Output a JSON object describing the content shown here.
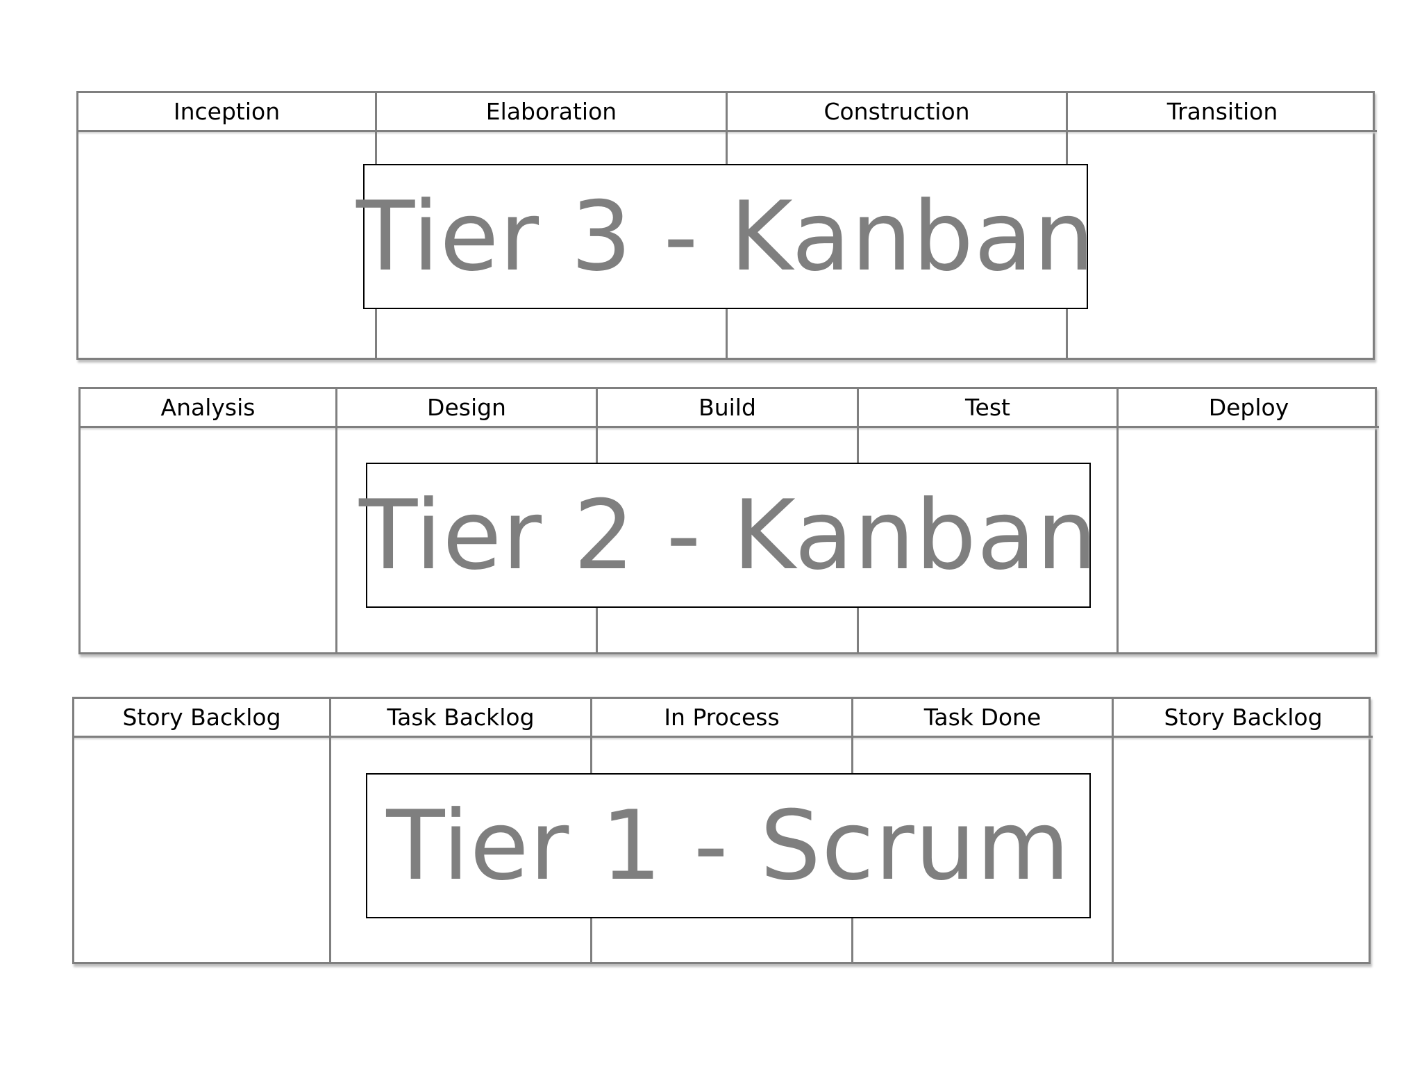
{
  "boards": [
    {
      "id": "tier3",
      "columns": [
        "Inception",
        "Elaboration",
        "Construction",
        "Transition"
      ],
      "label": "Tier 3 - Kanban"
    },
    {
      "id": "tier2",
      "columns": [
        "Analysis",
        "Design",
        "Build",
        "Test",
        "Deploy"
      ],
      "label": "Tier 2 - Kanban"
    },
    {
      "id": "tier1",
      "columns": [
        "Story Backlog",
        "Task Backlog",
        "In Process",
        "Task Done",
        "Story Backlog"
      ],
      "label": "Tier 1 - Scrum"
    }
  ],
  "colors": {
    "grid_line": "#7f7f7f",
    "label_text": "#7f7f7f",
    "label_border": "#000000",
    "header_text": "#000000"
  }
}
